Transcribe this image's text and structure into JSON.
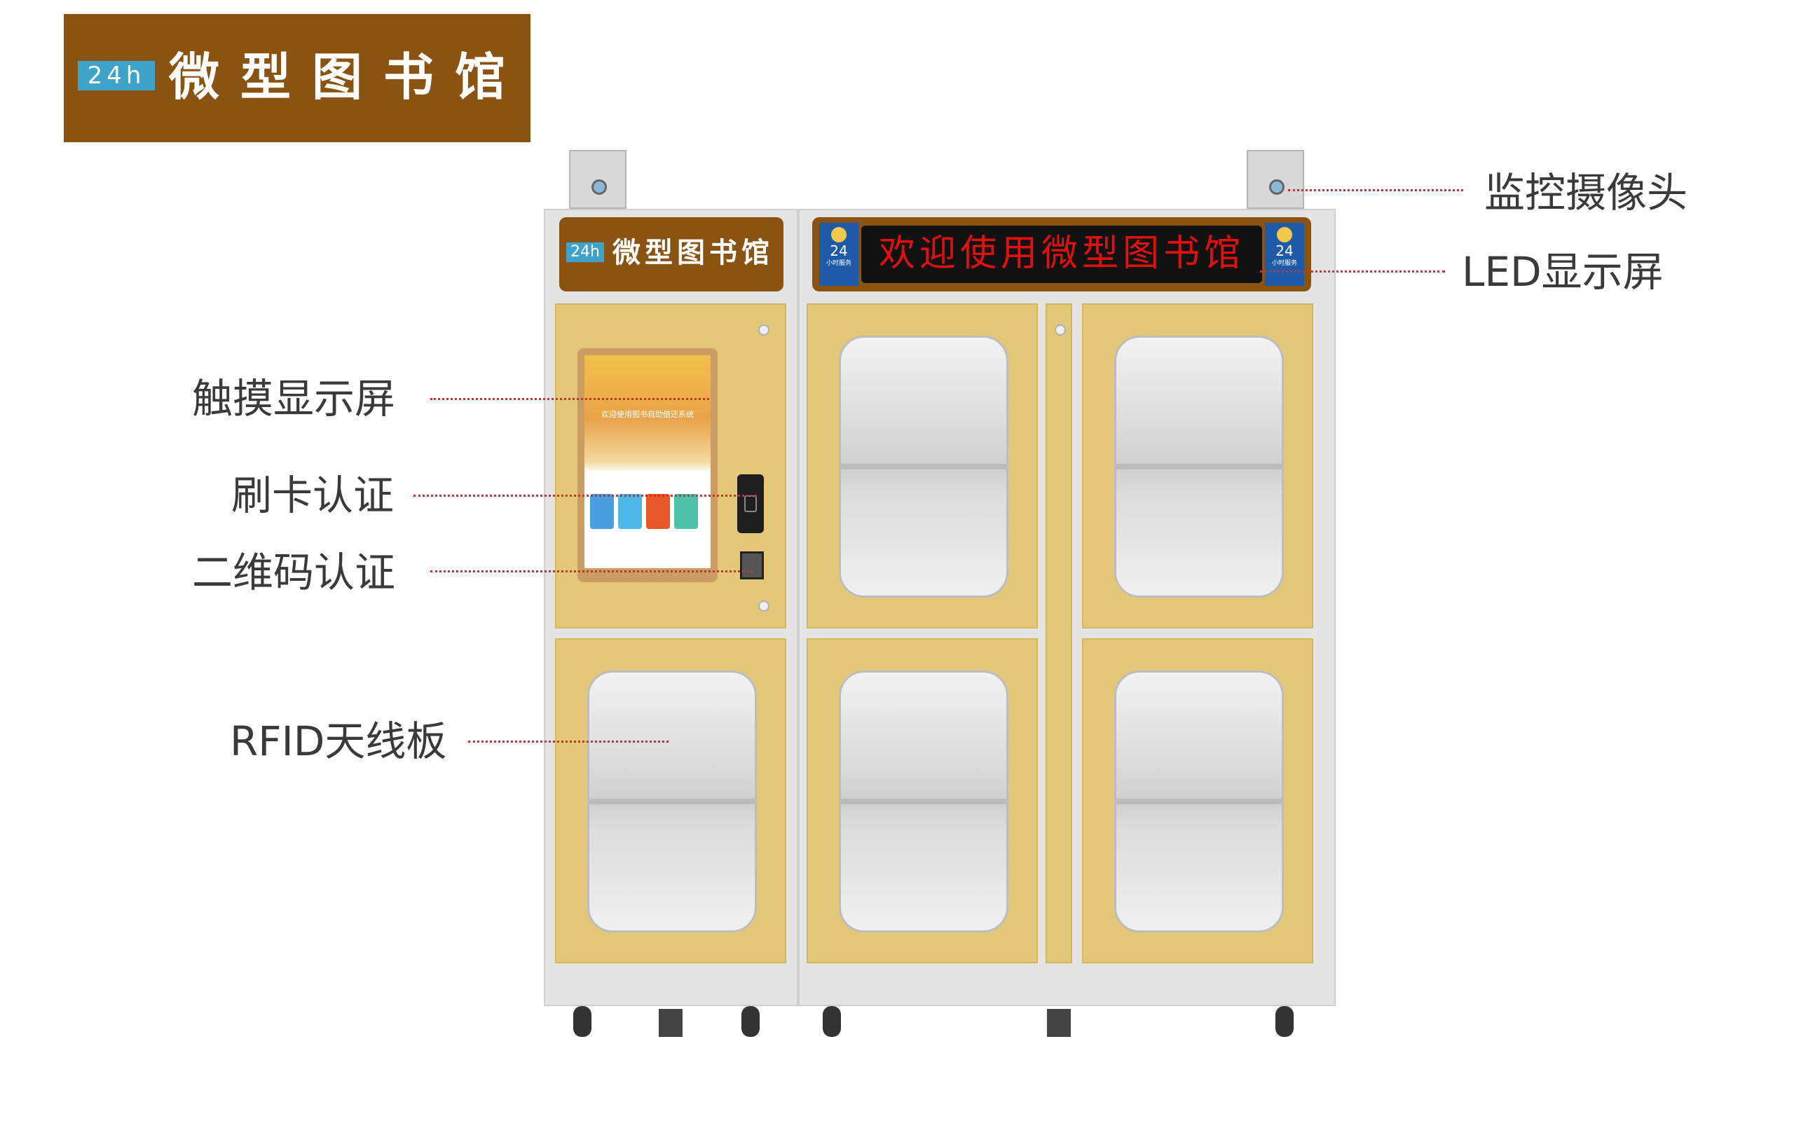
{
  "banner": {
    "badge": "24h",
    "title": "微型图书馆"
  },
  "cabinet": {
    "sign_badge": "24h",
    "sign_title": "微型图书馆",
    "led_text": "欢迎使用微型图书馆",
    "led_side_number": "24",
    "led_side_caption": "小时服务",
    "screen_welcome": "欢迎使用图书自助借还系统"
  },
  "callouts": {
    "camera": "监控摄像头",
    "led": "LED显示屏",
    "touch": "触摸显示屏",
    "card": "刷卡认证",
    "qr": "二维码认证",
    "rfid": "RFID天线板"
  },
  "colors": {
    "banner_brown": "#8a5312",
    "panel_yellow": "#e4c87a",
    "leader_red": "#d92b2b",
    "badge_blue": "#3ea2c9",
    "led_red": "#e01010"
  }
}
